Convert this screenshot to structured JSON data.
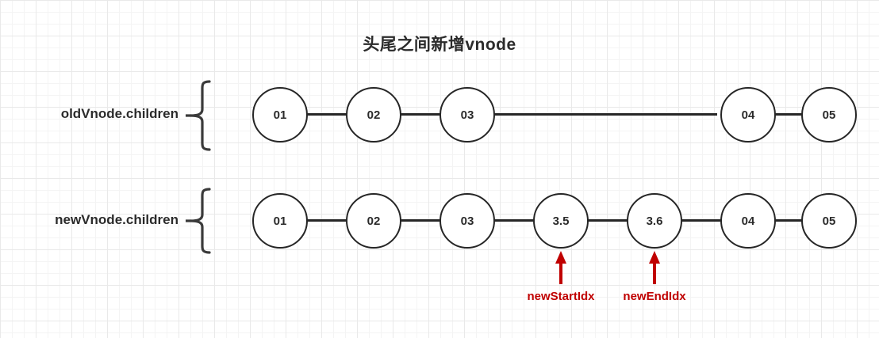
{
  "title": "头尾之间新增vnode",
  "colors": {
    "node_stroke": "#262626",
    "text": "#2b2b2b",
    "accent_red": "#c00000",
    "grid_minor": "#f4f4f4",
    "grid_major": "#e9e9e9",
    "background": "#ffffff"
  },
  "rows": [
    {
      "label": "oldVnode.children",
      "nodes": [
        {
          "value": "01"
        },
        {
          "value": "02"
        },
        {
          "value": "03"
        },
        {
          "value": "04"
        },
        {
          "value": "05"
        }
      ]
    },
    {
      "label": "newVnode.children",
      "nodes": [
        {
          "value": "01"
        },
        {
          "value": "02"
        },
        {
          "value": "03"
        },
        {
          "value": "3.5"
        },
        {
          "value": "3.6"
        },
        {
          "value": "04"
        },
        {
          "value": "05"
        }
      ]
    }
  ],
  "annotations": [
    {
      "label": "newStartIdx",
      "target": "3.5"
    },
    {
      "label": "newEndIdx",
      "target": "3.6"
    }
  ]
}
